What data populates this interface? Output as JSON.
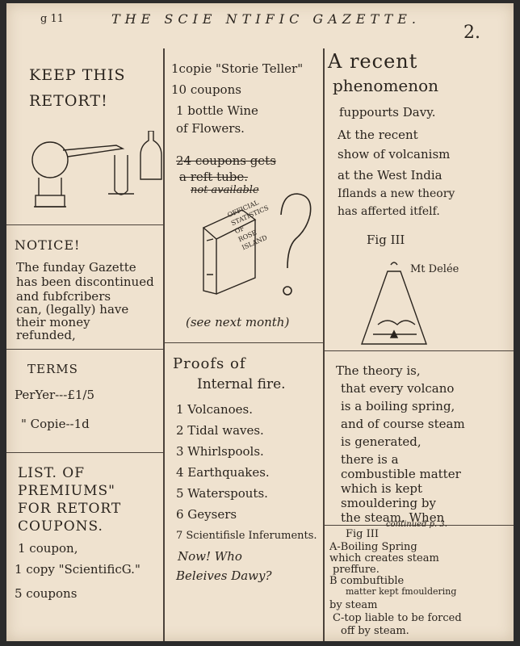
{
  "header": {
    "page_left": "g 11",
    "title": "THE SCIE NTIFIC  GAZETTE.",
    "page_number": "2."
  },
  "col1": {
    "keep_line1": "KEEP THIS",
    "keep_line2": "RETORT!",
    "notice_title": "NOTICE!",
    "notice_lines": [
      "The funday Gazette",
      "has been discontinued",
      "and fubfcribers",
      "can, (legally) have",
      "their money",
      "refunded,"
    ],
    "terms_title": "TERMS",
    "terms_year": "PerYer---£1/5",
    "terms_copie": "\" Copie--1d",
    "premiums_lines": [
      "LIST. OF",
      "PREMIUMS\"",
      "FOR RETORT",
      "COUPONS."
    ],
    "premium_1": "1 coupon,",
    "premium_2": "1 copy \"ScientificG.\"",
    "premium_3": "5 coupons"
  },
  "col2": {
    "line1": "1copie \"Storie Teller\"",
    "line2": "10 coupons",
    "line3": "1 bottle Wine",
    "line4": "of Flowers.",
    "struck1": "24 coupons gets",
    "struck2": "a reft tube.",
    "struck3": "not available",
    "book_lines": [
      "OFFICIAL",
      "STATISTICS",
      "OF",
      "ROSE",
      "ISLAND"
    ],
    "see_next": "(see next month)",
    "proofs_title1": "Proofs of",
    "proofs_title2": "Internal fire.",
    "proofs": [
      "1 Volcanoes.",
      "2 Tidal waves.",
      "3 Whirlspools.",
      "4 Earthquakes.",
      "5 Waterspouts.",
      "6 Geysers",
      "7 Scientifisle Inferuments."
    ],
    "now_who": "Now! Who",
    "believes": "Beleives Dawy?"
  },
  "col3": {
    "title1": "A recent",
    "title2": "phenomenon",
    "lines": [
      "fuppourts Davy.",
      "At the recent",
      "show of volcanism",
      "at the West India",
      "Iflands a new theory",
      "has afferted itfelf."
    ],
    "fig_label": "Fig III",
    "mt_label": "Mt Delée",
    "theory_lines": [
      "The theory is,",
      "that every volcano",
      "is a boiling spring,",
      "and of course steam",
      "is generated,",
      "there is a",
      "combustible matter",
      "which is kept",
      "smouldering by",
      "the steam. When"
    ],
    "continued": "continued p. 3.",
    "fig2_label": "Fig III",
    "fig2_lines": [
      "A-Boiling Spring",
      "which creates steam",
      "preffure.",
      "B combuftible",
      "matter kept fmouldering",
      "by steam",
      "C-top liable to be forced",
      "off by steam."
    ]
  }
}
